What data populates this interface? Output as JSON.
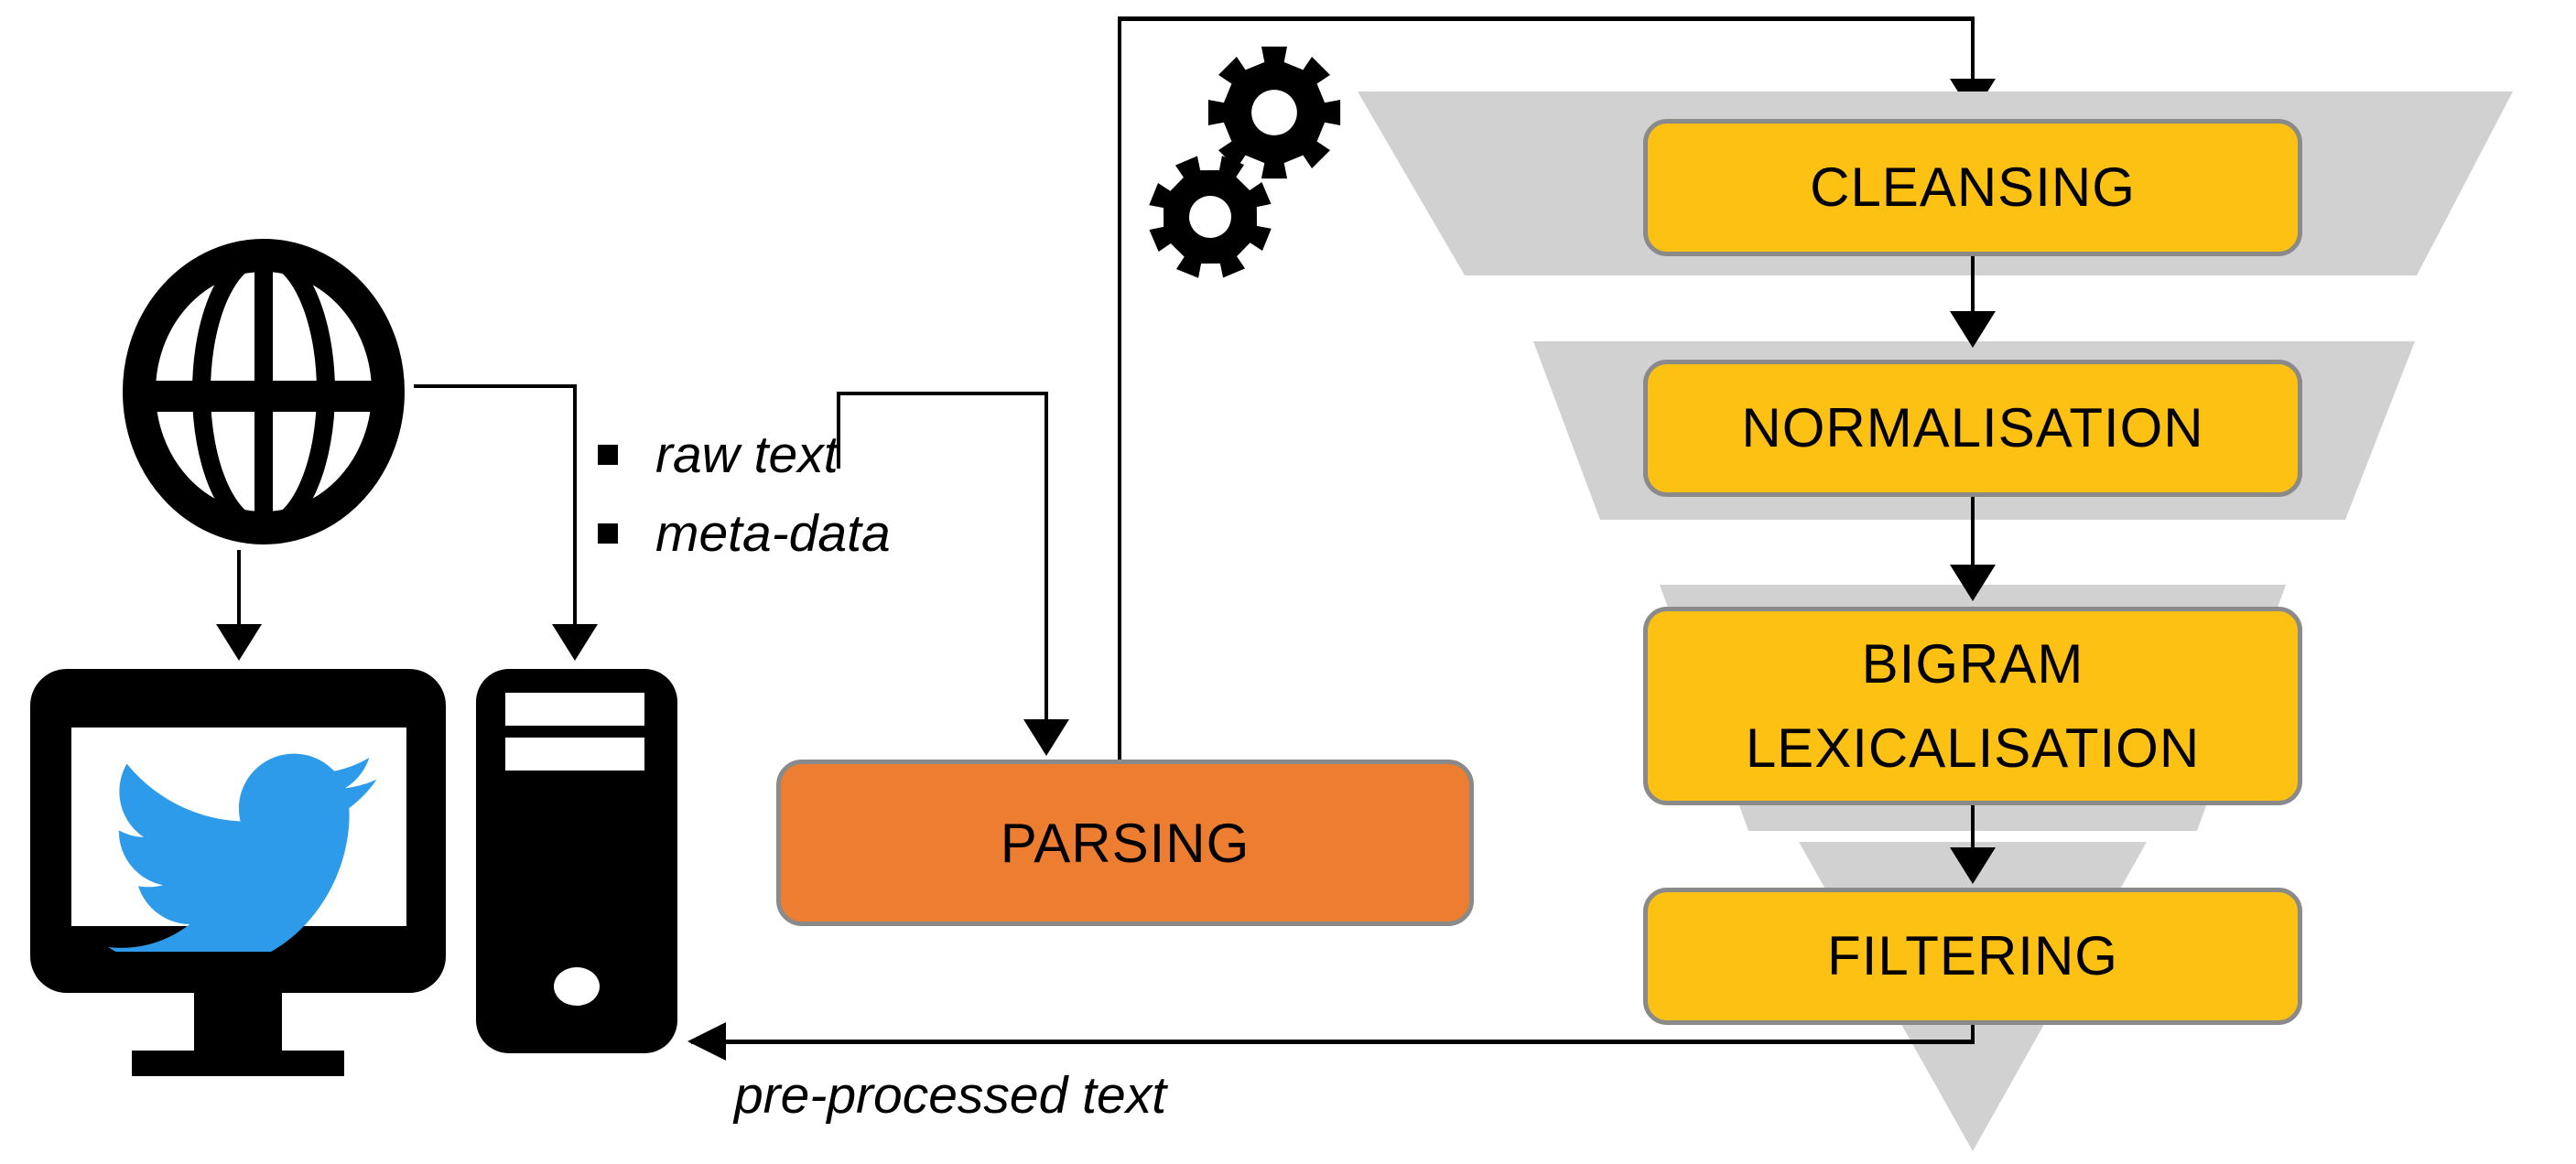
{
  "diagram": {
    "source": {
      "bullets": [
        "raw text",
        "meta-data"
      ]
    },
    "parsing": {
      "label": "PARSING"
    },
    "funnel": {
      "stages": [
        {
          "label": "CLEANSING"
        },
        {
          "label": "NORMALISATION"
        },
        {
          "label": "BIGRAM\nLEXICALISATION"
        },
        {
          "label": "FILTERING"
        }
      ]
    },
    "output": {
      "label": "pre-processed text"
    }
  },
  "icons": {
    "globe": "globe-icon",
    "monitor": "monitor-icon",
    "twitter_bird": "twitter-bird-icon",
    "desktop_tower": "desktop-tower-icon",
    "gears": "gears-icon"
  },
  "colors": {
    "orange": "#ED7D31",
    "yellow": "#FDC113",
    "funnel_gray": "#D1D1D1",
    "box_border": "#8A8A8A",
    "twitter_blue": "#2D9BEA",
    "ink": "#000000"
  }
}
